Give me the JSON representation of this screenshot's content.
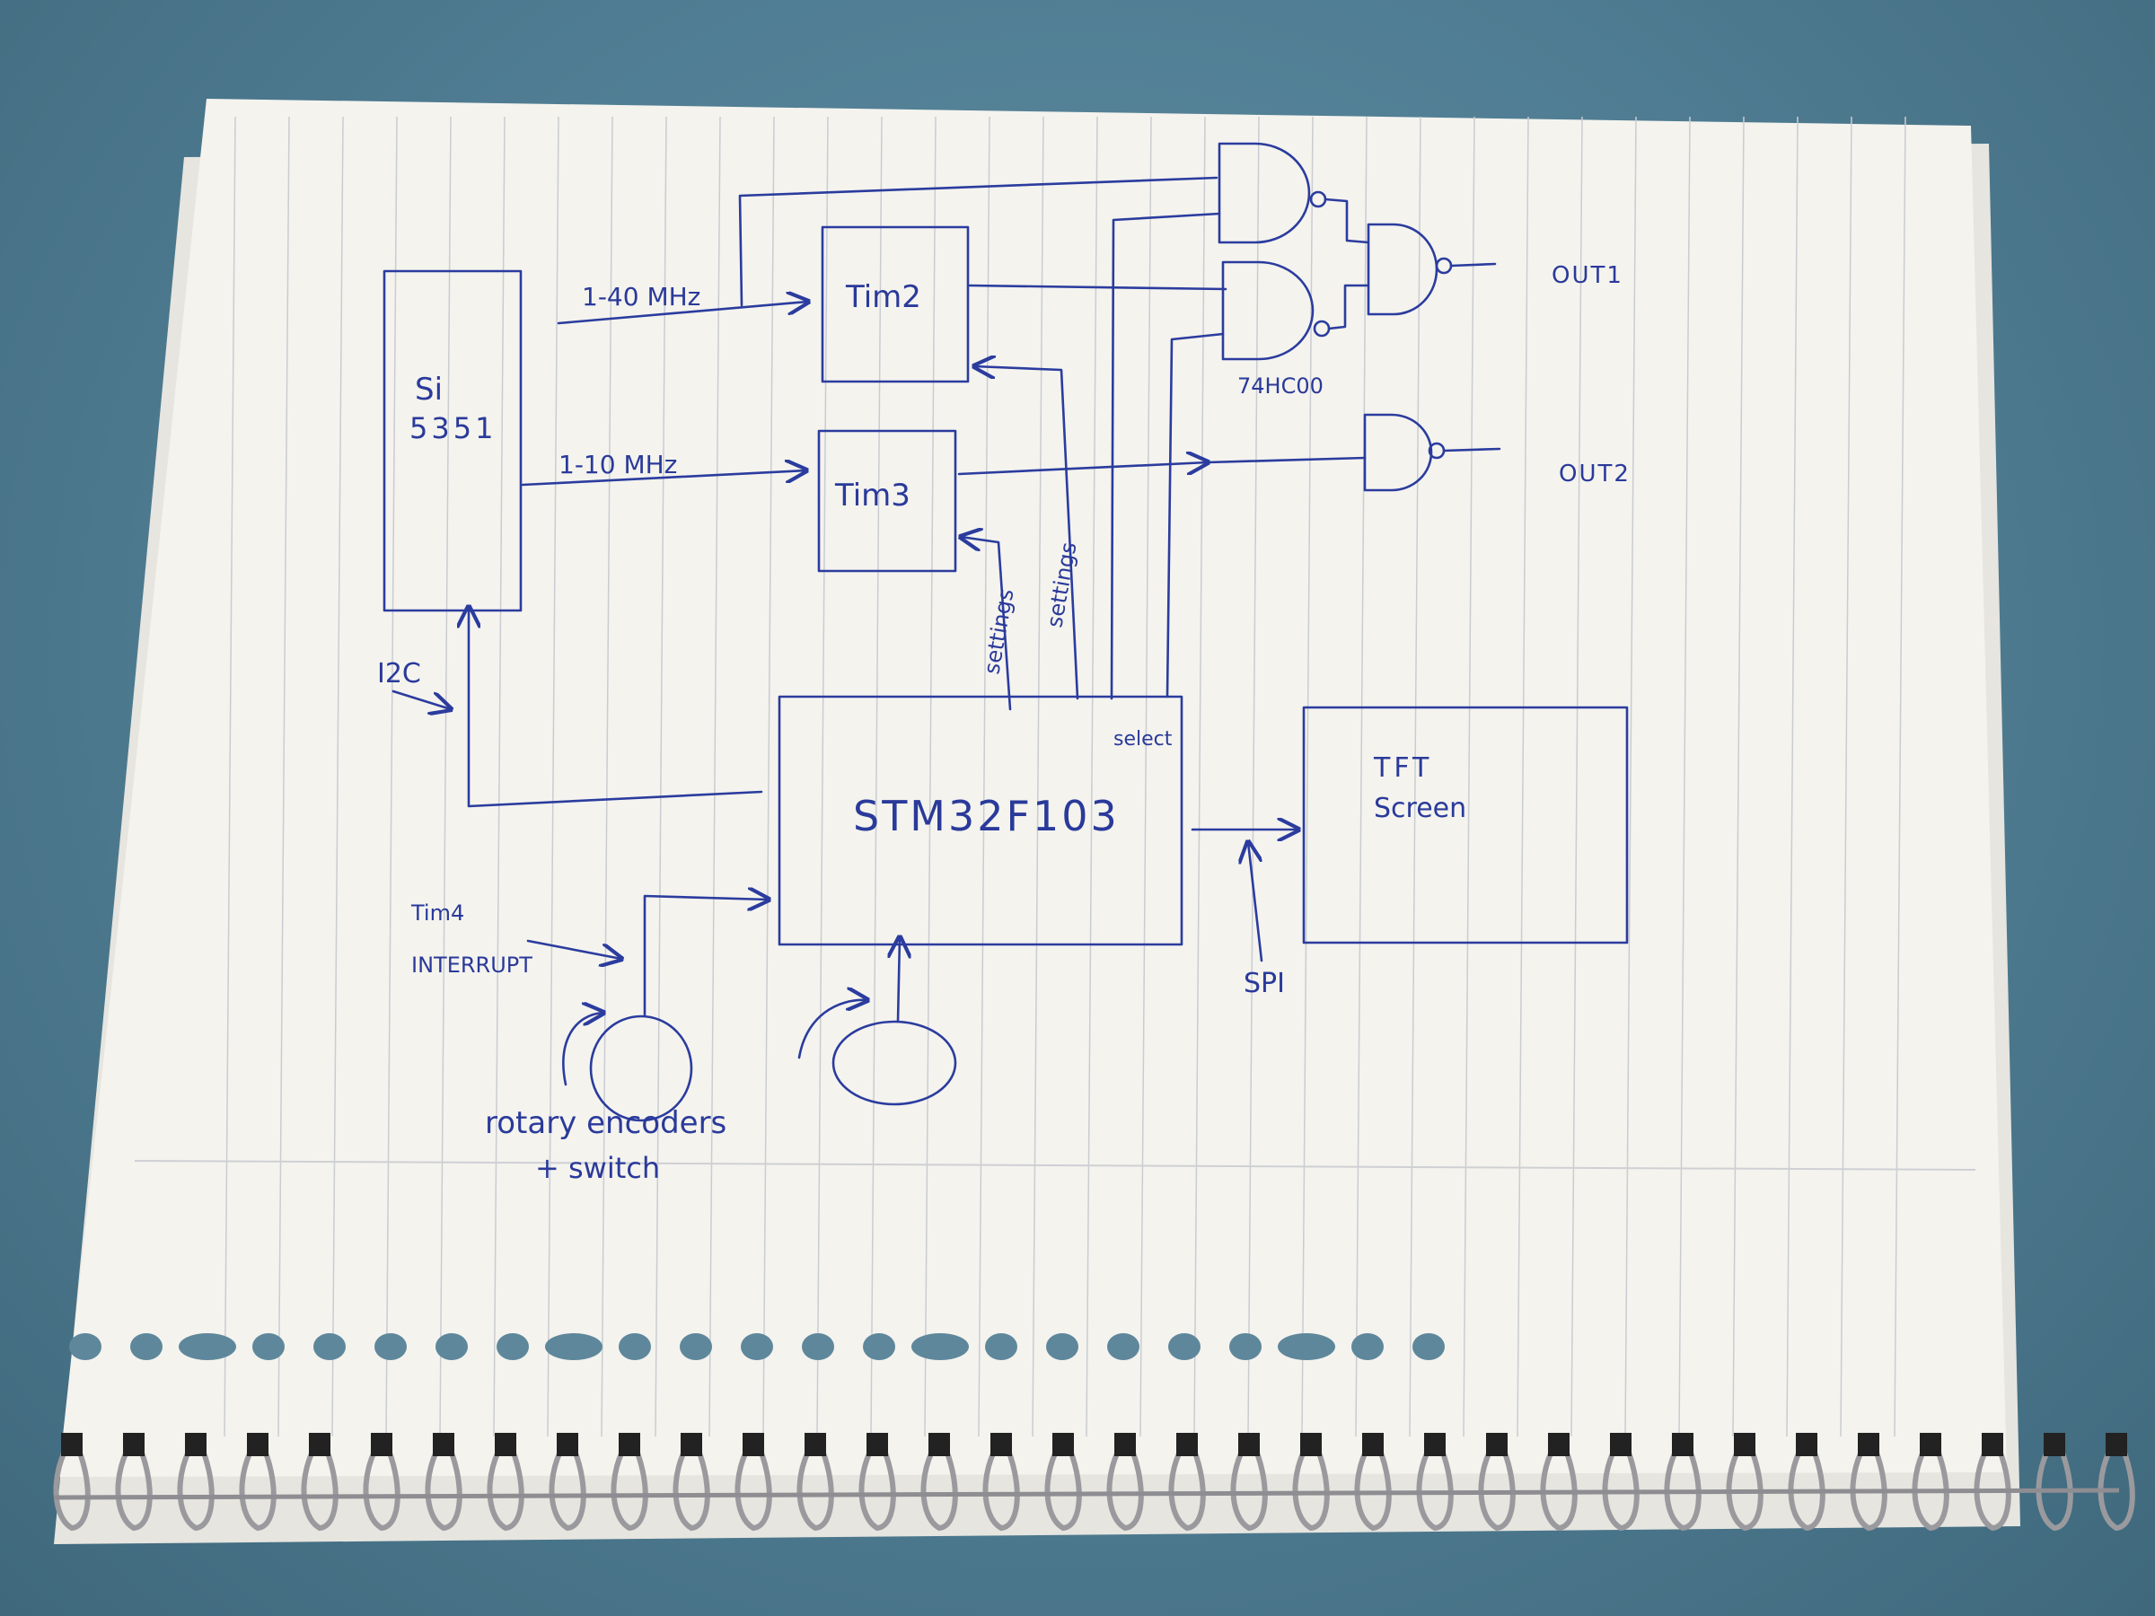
{
  "diagram": {
    "blocks": {
      "si5351_line1": "Si",
      "si5351_line2": "5351",
      "tim2": "Tim2",
      "tim3": "Tim3",
      "stm32": "STM32F103",
      "tft_line1": "TFT",
      "tft_line2": "Screen",
      "gate_part": "74HC00"
    },
    "labels": {
      "freq_1_40": "1-40 MHz",
      "freq_1_10": "1-10 MHz",
      "i2c": "I2C",
      "settings_1": "settings",
      "settings_2": "settings",
      "select": "select",
      "spi": "SPI",
      "tim4_line1": "Tim4",
      "tim4_line2": "INTERRUPT",
      "encoders_line1": "rotary encoders",
      "encoders_line2": "+ switch"
    },
    "outputs": {
      "out1": "OUT1",
      "out2": "OUT2"
    }
  },
  "colors": {
    "ink": "#2b3c9e",
    "paper": "#f4f3ee",
    "rule_line": "#c9ccd2",
    "desk": "#4f7c92"
  }
}
